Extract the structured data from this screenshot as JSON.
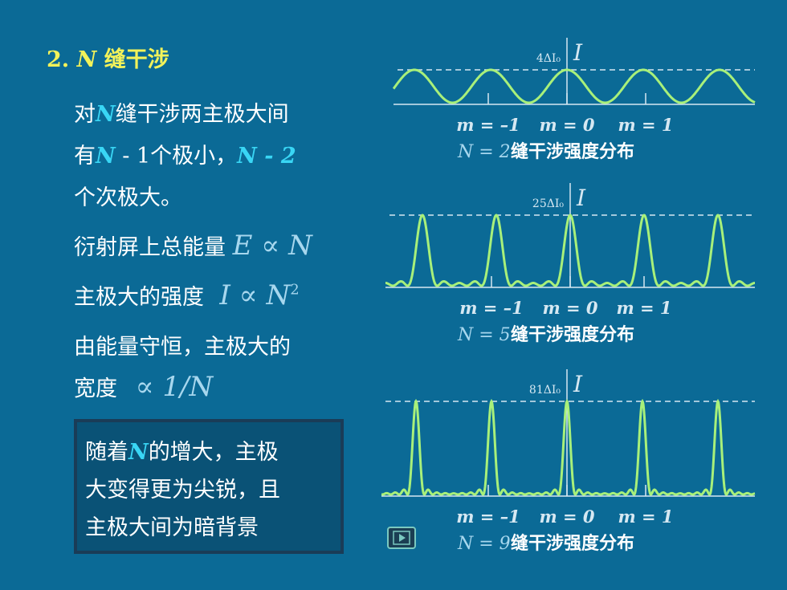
{
  "heading": {
    "number": "2.",
    "var": "N",
    "text": "缝干涉"
  },
  "lines": [
    {
      "pre": "对",
      "var": "N",
      "post": "缝干涉两主极大间"
    },
    {
      "pre": "有",
      "var": "N",
      "mid": " - 1个极小，",
      "var2": "N",
      "post": " - 2"
    },
    {
      "text": "个次极大。"
    }
  ],
  "relations": [
    {
      "label": "衍射屏上总能量",
      "formula_lhs": "E",
      "formula_op": "∝",
      "formula_rhs": "N",
      "sup": ""
    },
    {
      "label": "主极大的强度",
      "formula_lhs": "I",
      "formula_op": "∝",
      "formula_rhs": "N",
      "sup": "2"
    },
    {
      "label": "由能量守恒，主极大的",
      "formula_lhs": "",
      "formula_op": "",
      "formula_rhs": "",
      "sup": ""
    },
    {
      "label": "宽度",
      "formula_lhs": "",
      "formula_op": "∝",
      "formula_rhs": "1/N",
      "sup": ""
    }
  ],
  "note_box": {
    "line1_pre": "随着",
    "line1_var": "N",
    "line1_post": "的增大，主极",
    "line2": "大变得更为尖锐，且",
    "line3": "主极大间为暗背景"
  },
  "colors": {
    "background": "#0b6a96",
    "curve": "#a8f07a",
    "heading": "#f2f25a",
    "variable": "#39d6f5"
  },
  "chart_data": [
    {
      "type": "line",
      "N": 2,
      "peak_label": "4ΔI₀",
      "peak_value_sub": "0",
      "ylabel": "I",
      "order_labels": [
        "m = –1",
        "m = 0",
        "m = 1"
      ],
      "caption_var": "N = 2",
      "caption_text": "缝干涉强度分布"
    },
    {
      "type": "line",
      "N": 5,
      "peak_label": "25ΔI₀",
      "peak_value_sub": "0",
      "ylabel": "I",
      "order_labels": [
        "m = –1",
        "m = 0",
        "m = 1"
      ],
      "caption_var": "N = 5",
      "caption_text": "缝干涉强度分布"
    },
    {
      "type": "line",
      "N": 9,
      "peak_label": "81ΔI₀",
      "peak_value_sub": "0",
      "ylabel": "I",
      "order_labels": [
        "m = –1",
        "m = 0",
        "m = 1"
      ],
      "caption_var": "N = 9",
      "caption_text": "缝干涉强度分布"
    }
  ],
  "controls": {
    "play_icon": "play-icon"
  }
}
